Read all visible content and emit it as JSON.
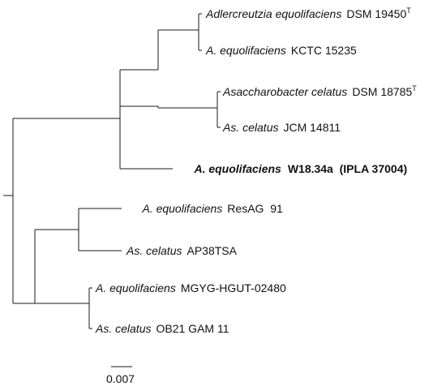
{
  "leaves": [
    {
      "id": "l1",
      "genus": "Adlercreutzia equolifaciens",
      "strain": "DSM 19450",
      "sup": "T",
      "highlight": false
    },
    {
      "id": "l2",
      "genus": "A. equolifaciens",
      "strain": "KCTC 15235",
      "sup": "",
      "highlight": false
    },
    {
      "id": "l3",
      "genus": "Asaccharobacter celatus",
      "strain": "DSM 18785",
      "sup": "T",
      "highlight": false
    },
    {
      "id": "l4",
      "genus": "As. celatus",
      "strain": "JCM 14811",
      "sup": "",
      "highlight": false
    },
    {
      "id": "l5",
      "genus": "A. equolifaciens",
      "strain": "W18.34a  (IPLA 37004)",
      "sup": "",
      "highlight": true
    },
    {
      "id": "l6",
      "genus": "A. equolifaciens",
      "strain": "ResAG  91",
      "sup": "",
      "highlight": false
    },
    {
      "id": "l7",
      "genus": "As. celatus",
      "strain": "AP38TSA",
      "sup": "",
      "highlight": false
    },
    {
      "id": "l8",
      "genus": "A. equolifaciens",
      "strain": "MGYG-HGUT-02480",
      "sup": "",
      "highlight": false
    },
    {
      "id": "l9",
      "genus": "As. celatus",
      "strain": "OB21 GAM 11",
      "sup": "",
      "highlight": false
    }
  ],
  "scale_bar": {
    "label": "0.007"
  }
}
